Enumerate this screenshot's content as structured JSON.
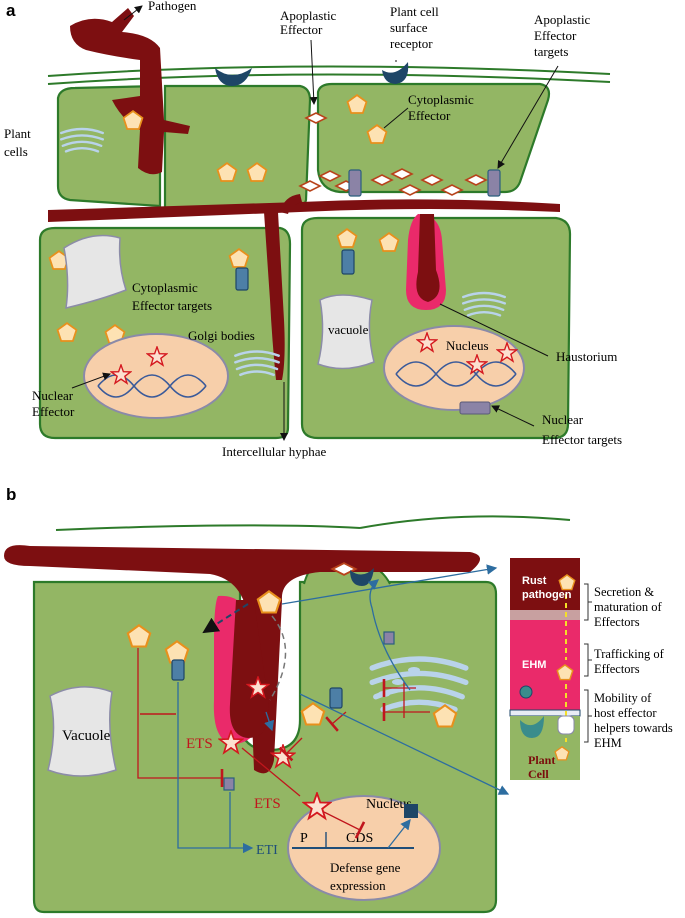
{
  "panel_a": {
    "panel_letter": "a",
    "labels": {
      "pathogen": "Pathogen",
      "apoplastic_effector": "Apoplastic\nEffector",
      "plant_cell_surface_receptor": "Plant cell\nsurface\nreceptor",
      "apoplastic_effector_targets": "Apoplastic\nEffector\ntargets",
      "plant_cells": "Plant\ncells",
      "cytoplasmic_effector": "Cytoplasmic\nEffector",
      "cytoplasmic_effector_targets": "Cytoplasmic\nEffector targets",
      "golgi_bodies": "Golgi bodies",
      "vacuole": "vacuole",
      "nucleus": "Nucleus",
      "haustorium": "Haustorium",
      "nuclear_effector": "Nuclear\nEffector",
      "nuclear_effector_targets": "Nuclear\nEffector targets",
      "intercellular_hyphae": "Intercellular hyphae"
    }
  },
  "panel_b": {
    "panel_letter": "b",
    "labels": {
      "vacuole": "Vacuole",
      "ets_1": "ETS",
      "ets_2": "ETS",
      "eti": "ETI",
      "nucleus": "Nucleus",
      "promoter": "P",
      "cds": "CDS",
      "defense_gene_expression": "Defense gene\nexpression"
    },
    "inset": {
      "rust_pathogen": "Rust\npathogen",
      "ehm": "EHM",
      "plant_cell": "Plant\nCell"
    },
    "side_notes": {
      "secretion": "Secretion &\nmaturation of\nEffectors",
      "trafficking": "Trafficking of\nEffectors",
      "mobility": "Mobility of\nhost effector\nhelpers towards\nEHM"
    }
  },
  "colors": {
    "cell_fill": "#93b664",
    "cell_outline": "#2d7a2a",
    "pathogen": "#7d0f11",
    "haustorium_membrane": "#ea2a6a",
    "effector_pentagon": "#fde2b3",
    "nucleus": "#f7cfaa",
    "ets_red": "#c0161d",
    "eti_blue": "#1f4e79"
  }
}
